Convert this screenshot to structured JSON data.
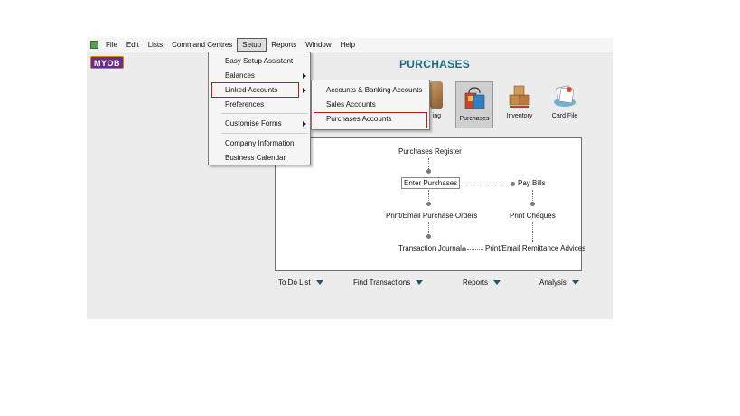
{
  "menubar": {
    "items": [
      {
        "label": "File"
      },
      {
        "label": "Edit"
      },
      {
        "label": "Lists"
      },
      {
        "label": "Command Centres"
      },
      {
        "label": "Setup",
        "active": true
      },
      {
        "label": "Reports"
      },
      {
        "label": "Window"
      },
      {
        "label": "Help"
      }
    ]
  },
  "logo_text": "MYOB",
  "page_title": "PURCHASES",
  "command_centres": [
    {
      "label": "Banking",
      "visible_text": "ing",
      "icon": "banking-icon"
    },
    {
      "label": "Purchases",
      "icon": "purchases-bag-icon",
      "selected": true
    },
    {
      "label": "Inventory",
      "icon": "inventory-boxes-icon"
    },
    {
      "label": "Card File",
      "icon": "card-file-icon"
    }
  ],
  "flow": {
    "purchases_register": "Purchases Register",
    "enter_purchases": "Enter Purchases",
    "pay_bills": "Pay Bills",
    "print_email_purchase_orders": "Print/Email Purchase Orders",
    "print_cheques": "Print Cheques",
    "transaction_journal": "Transaction Journal",
    "print_email_remittance": "Print/Email Remittance Advices"
  },
  "bottom_bar": {
    "todo": "To Do List",
    "find_transactions": "Find Transactions",
    "reports": "Reports",
    "analysis": "Analysis"
  },
  "setup_menu": {
    "easy_setup": "Easy Setup Assistant",
    "balances": "Balances",
    "linked_accounts": "Linked Accounts",
    "preferences": "Preferences",
    "customise_forms": "Customise Forms",
    "company_information": "Company Information",
    "business_calendar": "Business Calendar"
  },
  "linked_submenu": {
    "accounts_banking": "Accounts & Banking Accounts",
    "sales_accounts": "Sales Accounts",
    "purchases_accounts": "Purchases Accounts"
  },
  "colors": {
    "highlight_box": "#c0181f",
    "title": "#1c6b86",
    "logo_bg": "#6b2b8c"
  }
}
